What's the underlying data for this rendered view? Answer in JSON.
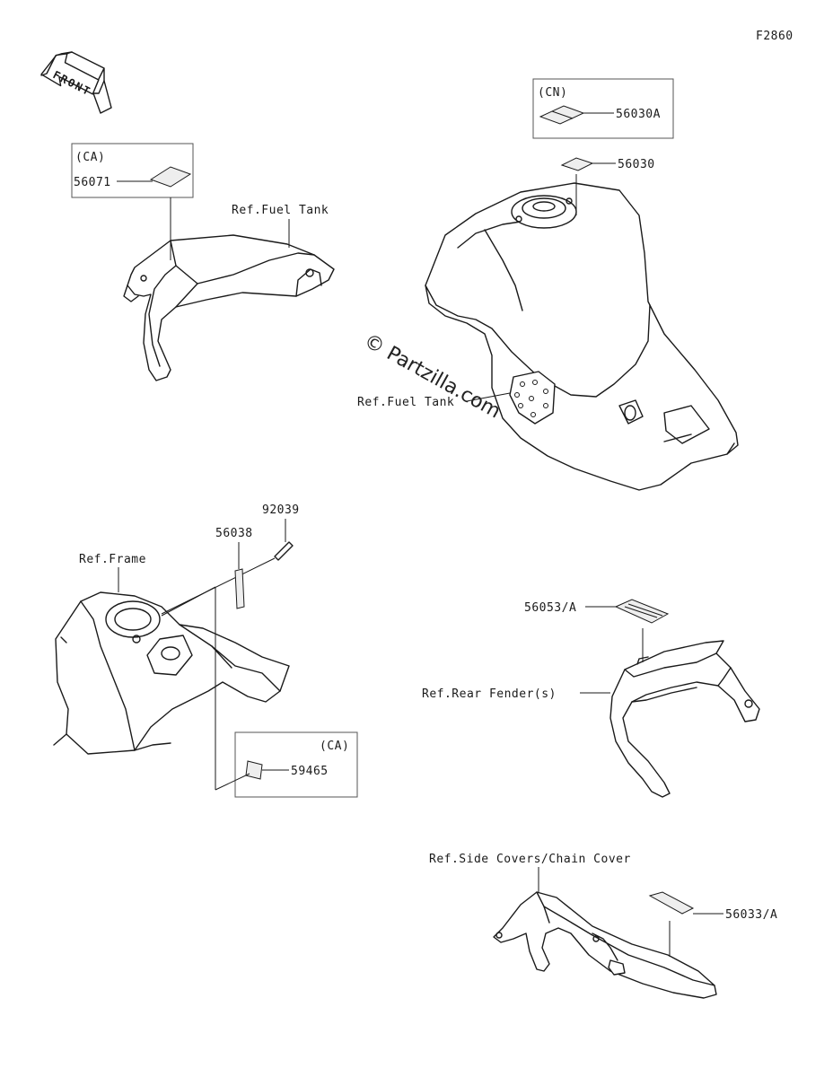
{
  "diagram_code": "F2860",
  "front_arrow": {
    "label": "FRONT"
  },
  "watermark": "© Partzilla.com",
  "top_left": {
    "box_region": "(CA)",
    "part": "56071",
    "ref": "Ref.Fuel Tank"
  },
  "top_right": {
    "box_region": "(CN)",
    "part_boxed": "56030A",
    "part": "56030",
    "ref": "Ref.Fuel Tank"
  },
  "middle_left": {
    "part_a": "92039",
    "part_b": "56038",
    "ref": "Ref.Frame",
    "box_region": "(CA)",
    "part_boxed": "59465"
  },
  "middle_right": {
    "part": "56053/A",
    "ref": "Ref.Rear Fender(s)"
  },
  "bottom_right": {
    "ref": "Ref.Side Covers/Chain Cover",
    "part": "56033/A"
  }
}
